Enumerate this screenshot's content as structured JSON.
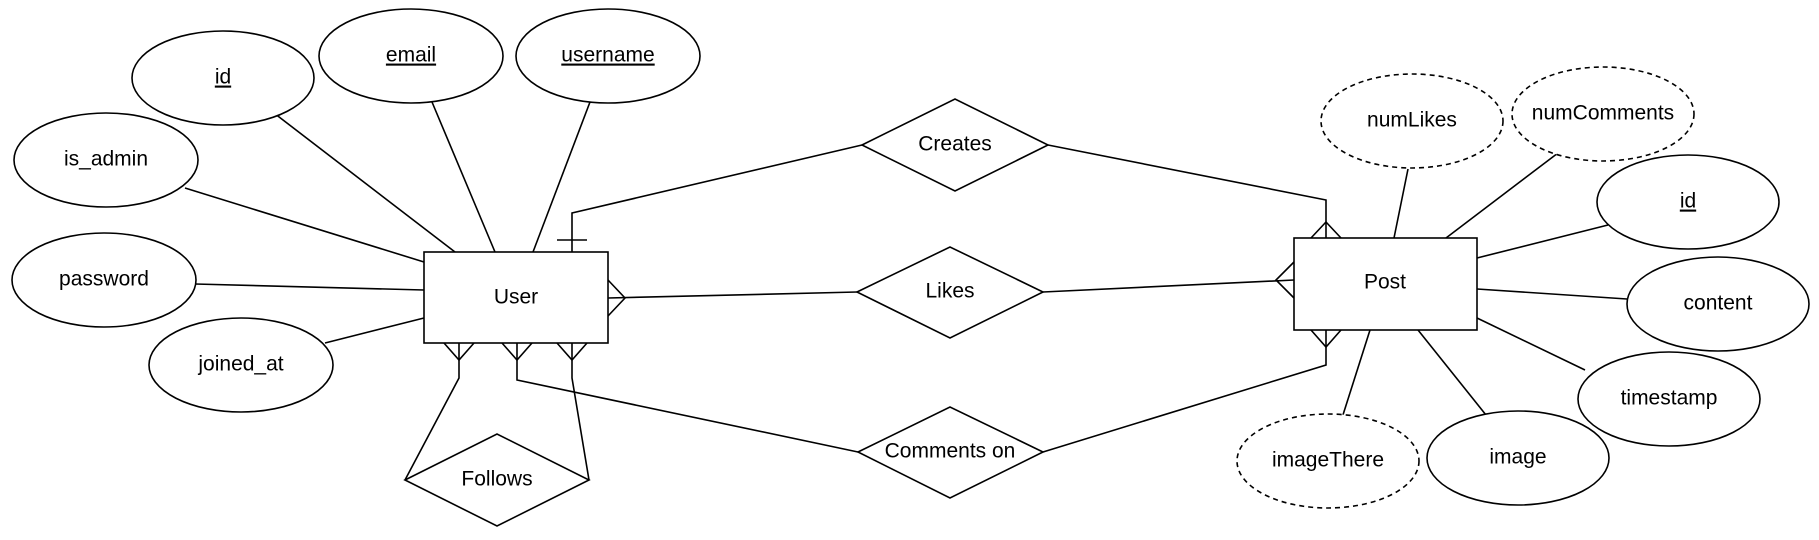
{
  "diagram": {
    "entities": {
      "user": "User",
      "post": "Post"
    },
    "relationships": {
      "creates": "Creates",
      "likes": "Likes",
      "comments_on": "Comments on",
      "follows": "Follows"
    },
    "user_attributes": {
      "id": "id",
      "email": "email",
      "username": "username",
      "is_admin": "is_admin",
      "password": "password",
      "joined_at": "joined_at"
    },
    "post_attributes": {
      "num_likes": "numLikes",
      "num_comments": "numComments",
      "id": "id",
      "content": "content",
      "timestamp": "timestamp",
      "image": "image",
      "image_there": "imageThere"
    }
  }
}
